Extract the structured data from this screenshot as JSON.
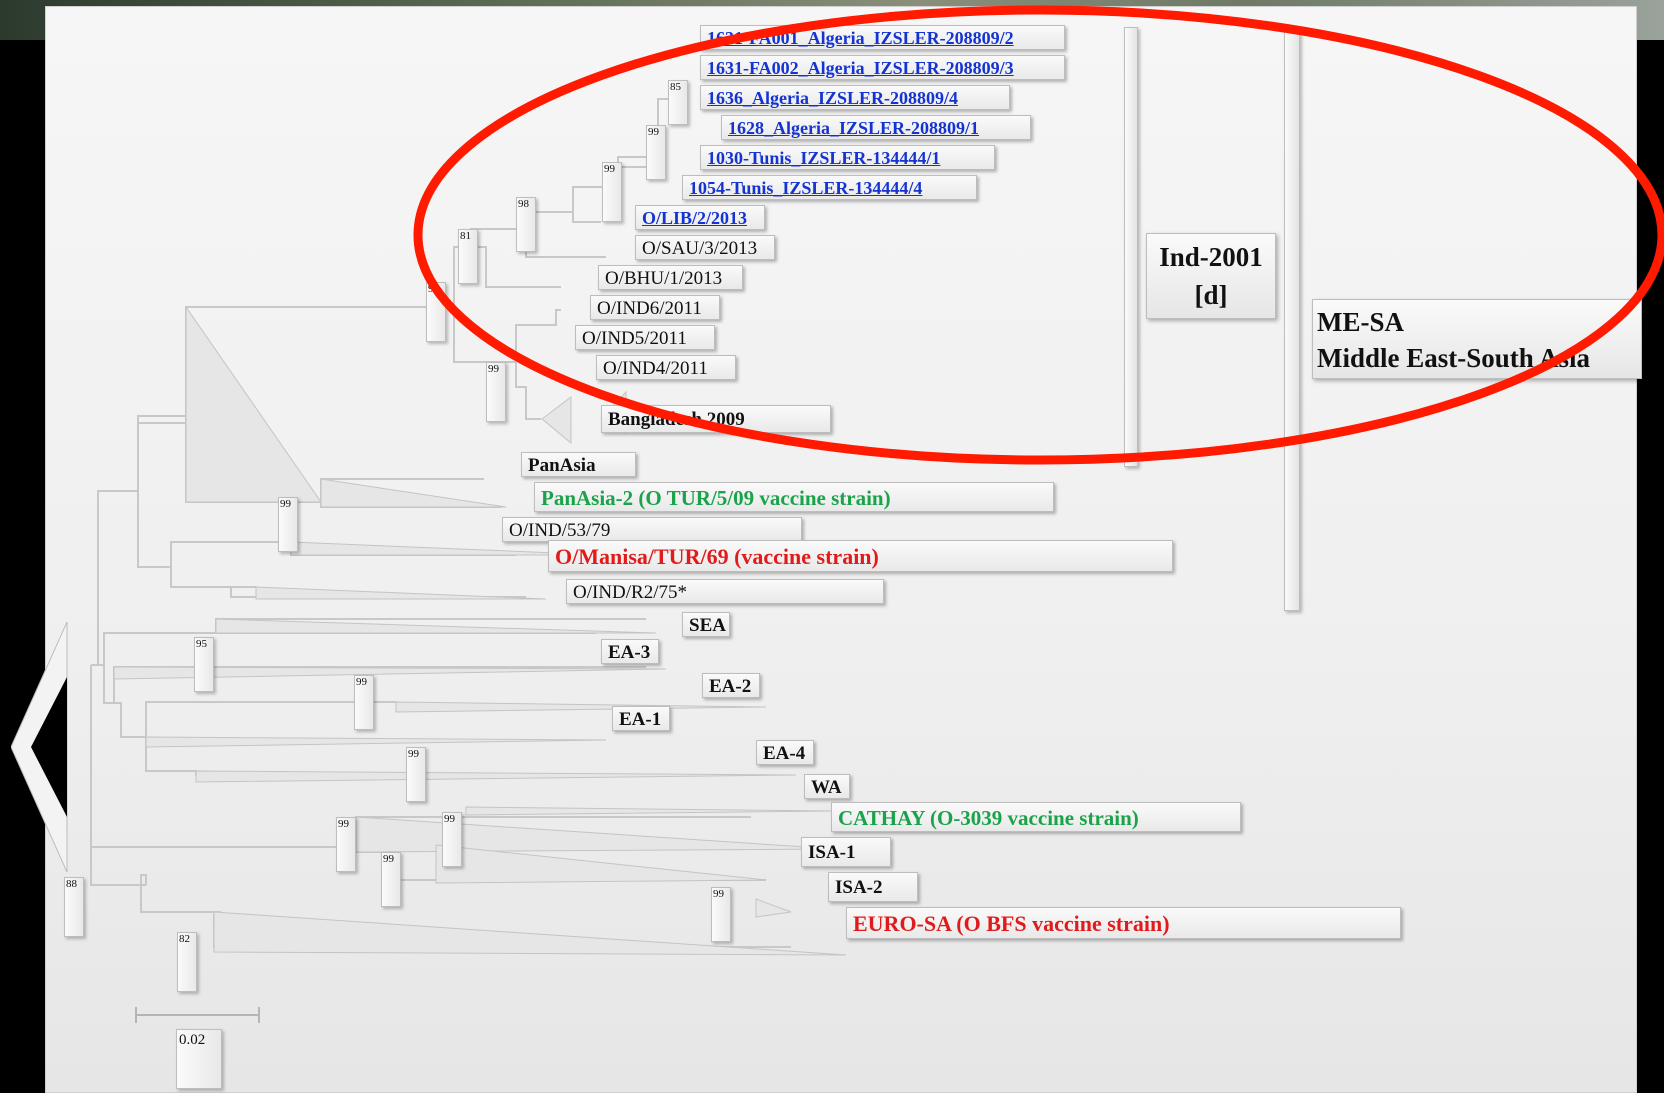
{
  "labels": {
    "algeria_fa001": "1631-FA001_Algeria_IZSLER-208809/2",
    "algeria_fa002": "1631-FA002_Algeria_IZSLER-208809/3",
    "algeria_1636": "1636_Algeria_IZSLER-208809/4",
    "algeria_1628": "1628_Algeria_IZSLER-208809/1",
    "tunis_1030": "1030-Tunis_IZSLER-134444/1",
    "tunis_1054": "1054-Tunis_IZSLER-134444/4",
    "lib": "O/LIB/2/2013",
    "sau": "O/SAU/3/2013",
    "bhu": "O/BHU/1/2013",
    "ind6": "O/IND6/2011",
    "ind5": "O/IND5/2011",
    "ind4": "O/IND4/2011",
    "bangladesh": "Bangladesh 2009",
    "panasia": "PanAsia",
    "panasia2": "PanAsia-2 (O TUR/5/09 vaccine strain)",
    "ind5379": "O/IND/53/79",
    "manisa": "O/Manisa/TUR/69 (vaccine strain)",
    "indr275": "O/IND/R2/75*",
    "sea": "SEA",
    "ea3": "EA-3",
    "ea2": "EA-2",
    "ea1": "EA-1",
    "ea4": "EA-4",
    "wa": "WA",
    "cathay": "CATHAY (O-3039 vaccine strain)",
    "isa1": "ISA-1",
    "isa2": "ISA-2",
    "eurosa": "EURO-SA (O BFS vaccine strain)"
  },
  "bootstrap": {
    "b1": "85",
    "b2": "99",
    "b3": "99",
    "b4": "98",
    "b5": "81",
    "b6": "99",
    "b7": "99",
    "b8": "99",
    "b9": "95",
    "b10": "99",
    "b11": "99",
    "b12": "99",
    "b13": "99",
    "b14": "99",
    "b15": "99",
    "b16": "88",
    "b17": "82"
  },
  "groups": {
    "ind2001_line1": "Ind-2001",
    "ind2001_line2": "[d]",
    "mesa_line1": "ME-SA",
    "mesa_line2": "Middle East-South Asia"
  },
  "scale": "0.02",
  "colors": {
    "blue": "#1433d1",
    "green": "#1aa34a",
    "red": "#e11b1b",
    "highlight_ellipse": "#ff1a00"
  }
}
